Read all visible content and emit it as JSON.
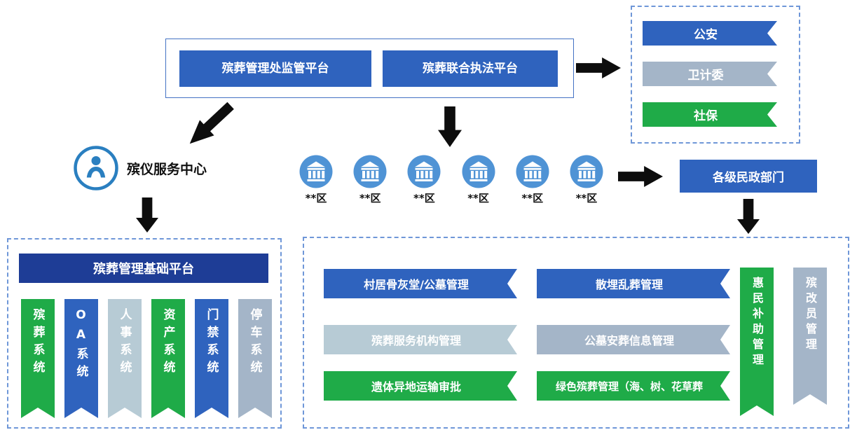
{
  "palette": {
    "blue": "#2f63be",
    "dark_navy": "#1e3d96",
    "green": "#1fab48",
    "gray_blue": "#a4b5c8",
    "light_blue_gray": "#b7cbd5",
    "building_icon_blue": "#4f93d5",
    "person_icon_blue": "#2a7fc0",
    "box_border_blue": "#4472c4",
    "arrow_black": "#0d0d0d"
  },
  "top_platforms": {
    "supervision_label": "殡葬管理处监管平台",
    "enforcement_label": "殡葬联合执法平台"
  },
  "external_departments": [
    {
      "label": "公安",
      "color": "#2f63be"
    },
    {
      "label": "卫计委",
      "color": "#a4b5c8"
    },
    {
      "label": "社保",
      "color": "#1fab48"
    }
  ],
  "funeral_service_center": {
    "label": "殡仪服务中心"
  },
  "districts": [
    {
      "label": "**区"
    },
    {
      "label": "**区"
    },
    {
      "label": "**区"
    },
    {
      "label": "**区"
    },
    {
      "label": "**区"
    },
    {
      "label": "**区"
    }
  ],
  "civil_affairs": {
    "label": "各级民政部门"
  },
  "base_platform": {
    "title": "殡葬管理基础平台",
    "systems": [
      {
        "label": "殡葬系统",
        "color": "#1fab48"
      },
      {
        "label": "OA系统",
        "color": "#2f63be"
      },
      {
        "label": "人事系统",
        "color": "#b7cbd5"
      },
      {
        "label": "资产系统",
        "color": "#1fab48"
      },
      {
        "label": "门禁系统",
        "color": "#2f63be"
      },
      {
        "label": "停车系统",
        "color": "#a4b5c8"
      }
    ]
  },
  "business_modules": {
    "left_column": [
      {
        "label": "村居骨灰堂/公墓管理",
        "color": "#2f63be"
      },
      {
        "label": "殡葬服务机构管理",
        "color": "#b7cbd5"
      },
      {
        "label": "遗体异地运输审批",
        "color": "#1fab48"
      }
    ],
    "right_column": [
      {
        "label": "散埋乱葬管理",
        "color": "#2f63be"
      },
      {
        "label": "公墓安葬信息管理",
        "color": "#a4b5c8"
      },
      {
        "label": "绿色殡葬管理（海、树、花草葬",
        "color": "#1fab48"
      }
    ],
    "vertical": [
      {
        "label": "惠民补助管理",
        "color": "#1fab48"
      },
      {
        "label": "殡改员管理",
        "color": "#a4b5c8"
      }
    ]
  }
}
